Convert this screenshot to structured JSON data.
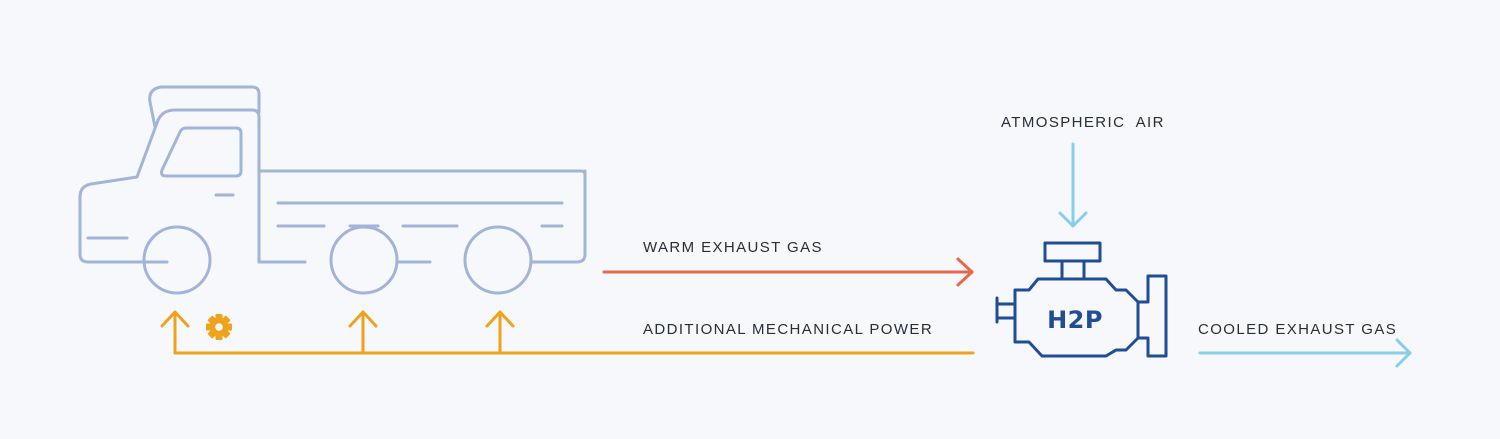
{
  "labels": {
    "atmospheric_air": "ATMOSPHERIC  AIR",
    "warm_exhaust": "WARM EXHAUST GAS",
    "mechanical_power": "ADDITIONAL MECHANICAL POWER",
    "cooled_exhaust": "COOLED EXHAUST GAS"
  },
  "engine": {
    "label": "H2P"
  },
  "colors": {
    "background": "#f7f8fb",
    "truck": "#a2b4d8",
    "warm_flow": "#e8684f",
    "power_flow": "#f0a21a",
    "air_flow": "#87ceeb",
    "engine": "#1f4d96",
    "text": "#2a2d3a"
  },
  "icons": {
    "truck": "truck-icon",
    "engine": "engine-icon",
    "gear": "gear-icon"
  }
}
